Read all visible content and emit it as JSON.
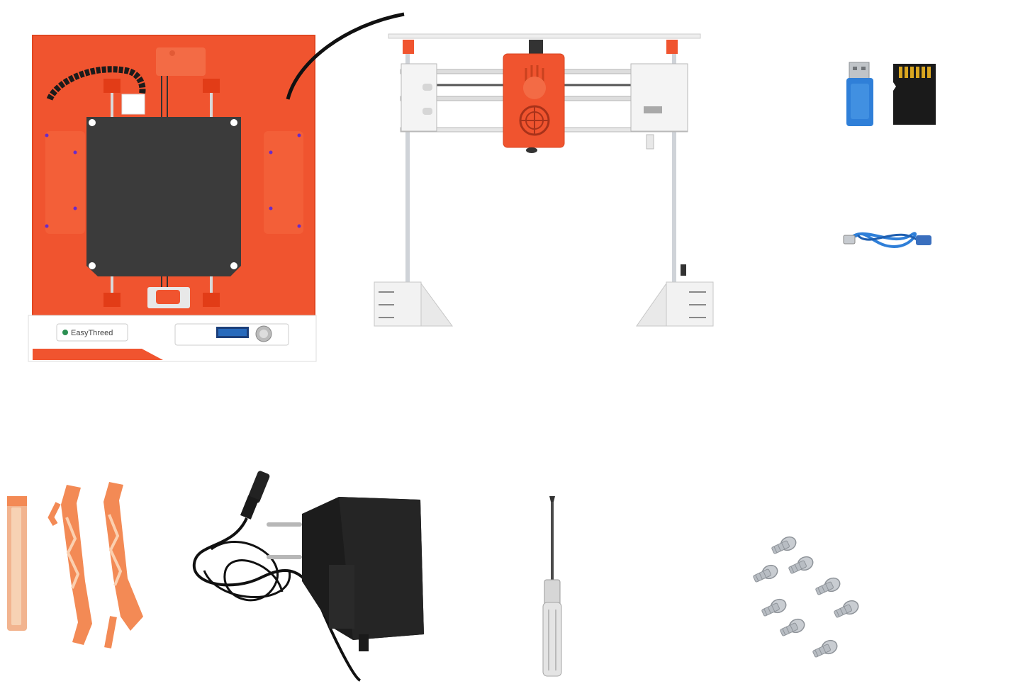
{
  "printer": {
    "brand_label": "EasyThreed",
    "body_color": "#f0542f",
    "bed_color": "#3b3b3b"
  },
  "colors": {
    "orange": "#f0542f",
    "light_orange": "#f98a4a",
    "silver": "#cfd3d8",
    "black": "#1a1a1a",
    "blue": "#2f7fd8"
  },
  "parts": [
    {
      "name": "printer-front-view",
      "icon": "printer-icon"
    },
    {
      "name": "xz-gantry-frame",
      "icon": "gantry-icon"
    },
    {
      "name": "card-reader",
      "icon": "usb-card-reader-icon"
    },
    {
      "name": "micro-sd-card",
      "icon": "sd-card-icon"
    },
    {
      "name": "usb-cable",
      "icon": "usb-cable-icon"
    },
    {
      "name": "spool-holder-parts",
      "icon": "bracket-icon"
    },
    {
      "name": "power-adapter",
      "icon": "power-adapter-icon"
    },
    {
      "name": "screwdriver",
      "icon": "screwdriver-icon"
    },
    {
      "name": "screws",
      "icon": "screw-icon",
      "count": 8
    }
  ]
}
